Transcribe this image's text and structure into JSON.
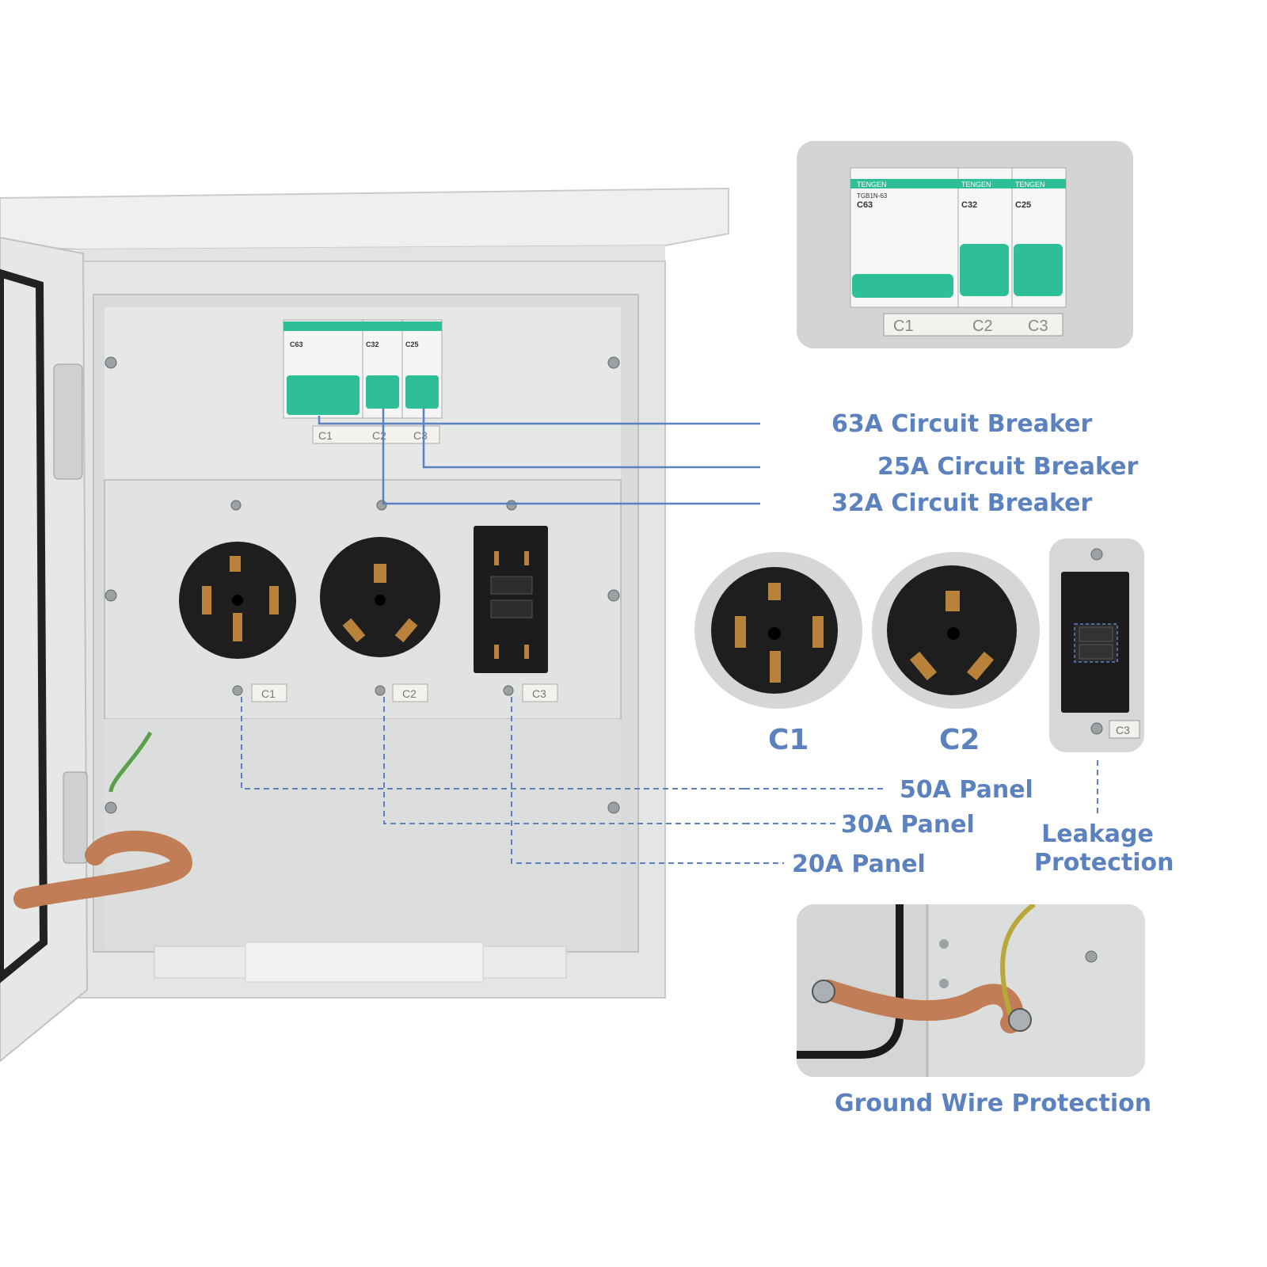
{
  "callouts": {
    "breaker_63": "63A Circuit Breaker",
    "breaker_25": "25A Circuit Breaker",
    "breaker_32": "32A Circuit Breaker",
    "panel_50": "50A Panel",
    "panel_30": "30A Panel",
    "panel_20": "20A Panel",
    "leakage_line1": "Leakage",
    "leakage_line2": "Protection",
    "ground_wire": "Ground Wire Protection"
  },
  "closeups": {
    "c1": "C1",
    "c2": "C2"
  },
  "breaker_labels": {
    "brand": "TENGEN",
    "model": "TGB1N-63",
    "c63": "C63",
    "c32": "C32",
    "c25": "C25",
    "slot_c1": "C1",
    "slot_c2": "C2",
    "slot_c3": "C3"
  },
  "panel_tags": {
    "c1": "C1",
    "c2": "C2",
    "c3": "C3"
  },
  "colors": {
    "accent": "#5b82bf",
    "breaker_green": "#2fbf98",
    "enclosure": "#e7e9e8"
  }
}
